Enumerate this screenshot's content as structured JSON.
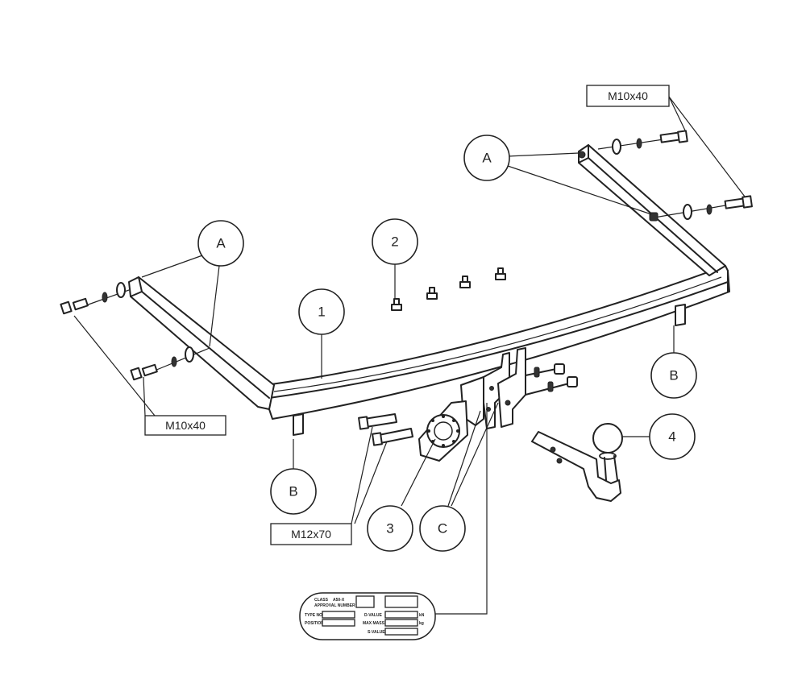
{
  "callouts": {
    "part_1": "1",
    "part_2": "2",
    "part_3": "3",
    "part_4": "4",
    "a_left": "A",
    "a_right": "A",
    "b_left": "B",
    "b_right": "B",
    "c": "C"
  },
  "specs": {
    "bolt_left": "M10x40",
    "bolt_right": "M10x40",
    "bolt_center": "M12x70"
  },
  "plate": {
    "class": "CLASS",
    "class_value": "A50-X",
    "approval": "APPROVAL NUMBER",
    "type": "TYPE NO.",
    "position": "POSITION",
    "d_value": "D-VALUE",
    "d_unit": "kN",
    "max_mass": "MAX MASS",
    "mass_unit": "kg",
    "s_value": "S-VALUE"
  }
}
